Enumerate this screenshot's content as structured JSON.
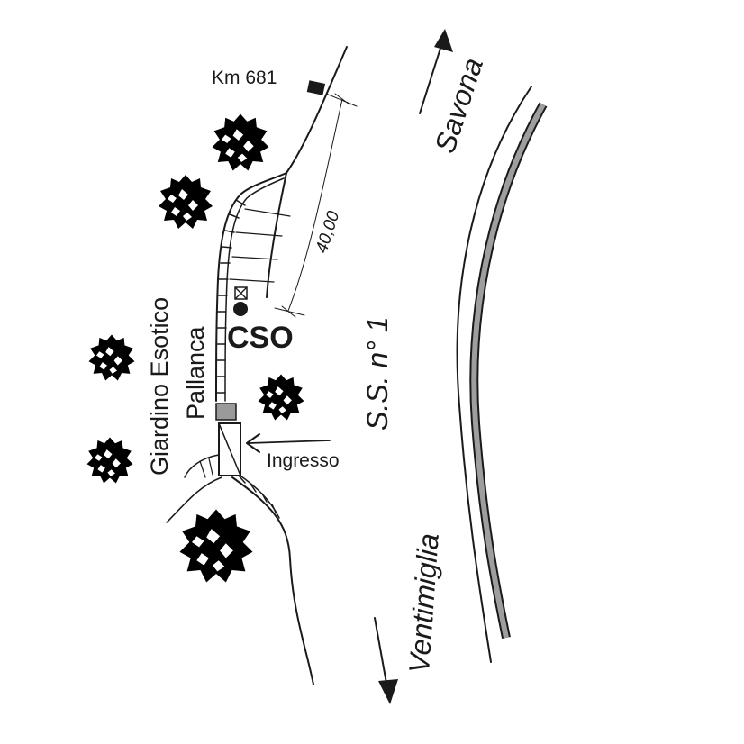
{
  "labels": {
    "km_marker": "Km 681",
    "direction_north": "Savona",
    "direction_south": "Ventimiglia",
    "road_name": "S.S. n° 1",
    "site_code": "CSO",
    "entrance": "Ingresso",
    "garden_line1": "Giardino Esotico",
    "garden_line2": "Pallanca",
    "distance": "40,00"
  },
  "colors": {
    "ink": "#1a1a1a",
    "tree_fill": "#5e5e5e",
    "road_center_fill": "#9e9e9e",
    "gate_fill": "#9a9a9a"
  },
  "icons": {
    "site_marker": "filled-circle-icon",
    "crossed_box": "crossed-box-icon",
    "tree": "tree-canopy-icon",
    "arrow": "direction-arrow-icon"
  }
}
